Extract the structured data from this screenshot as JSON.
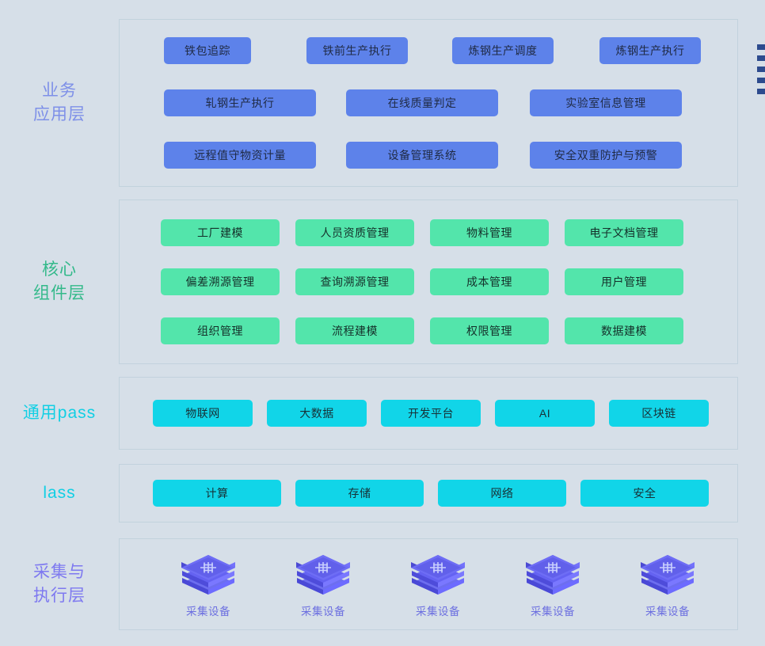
{
  "theme": {
    "background": "#d6dfe8",
    "panel_border": "#c2d2dd",
    "blue_chip": "#5d82ea",
    "green_chip": "#53e5ab",
    "cyan_chip": "#11d5e8",
    "business_label_color": "#7e90e8",
    "core_label_color": "#33b98a",
    "pass_label_color": "#11cfe4",
    "device_label_color": "#7e79f0"
  },
  "layers": {
    "business": {
      "label": "业务\n应用层",
      "rows": [
        [
          "铁包追踪",
          "铁前生产执行",
          "炼钢生产调度",
          "炼钢生产执行"
        ],
        [
          "轧钢生产执行",
          "在线质量判定",
          "实验室信息管理"
        ],
        [
          "远程值守物资计量",
          "设备管理系统",
          "安全双重防护与预警"
        ]
      ]
    },
    "core": {
      "label": "核心\n组件层",
      "rows": [
        [
          "工厂建模",
          "人员资质管理",
          "物料管理",
          "电子文档管理"
        ],
        [
          "偏差溯源管理",
          "查询溯源管理",
          "成本管理",
          "用户管理"
        ],
        [
          "组织管理",
          "流程建模",
          "权限管理",
          "数据建模"
        ]
      ]
    },
    "pass": {
      "label": "通用pass",
      "items": [
        "物联网",
        "大数据",
        "开发平台",
        "AI",
        "区块链"
      ]
    },
    "iaas": {
      "label": "lass",
      "items": [
        "计算",
        "存储",
        "网络",
        "安全"
      ]
    },
    "device": {
      "label": "采集与\n执行层",
      "items": [
        {
          "icon": "collection-device-icon",
          "label": "采集设备"
        },
        {
          "icon": "collection-device-icon",
          "label": "采集设备"
        },
        {
          "icon": "collection-device-icon",
          "label": "采集设备"
        },
        {
          "icon": "collection-device-icon",
          "label": "采集设备"
        },
        {
          "icon": "collection-device-icon",
          "label": "采集设备"
        }
      ]
    }
  },
  "edge_markers": {
    "count": 5,
    "color": "#2d4b8e"
  }
}
